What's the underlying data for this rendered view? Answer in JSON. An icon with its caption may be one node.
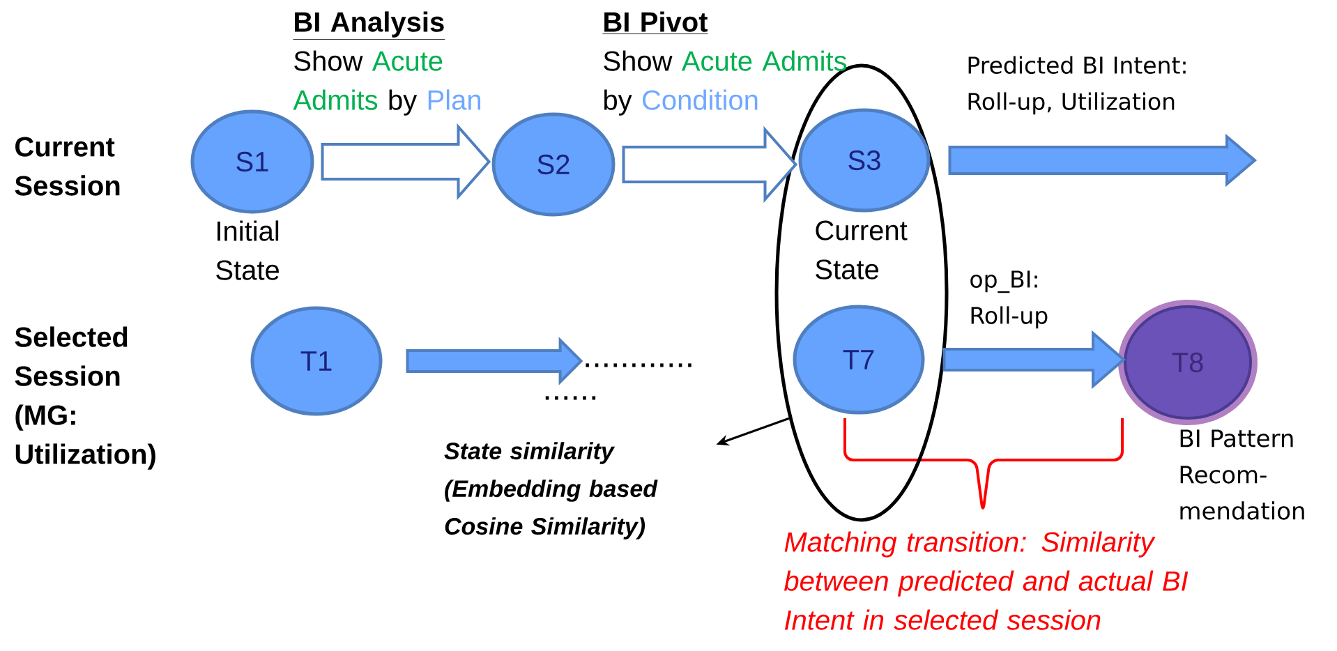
{
  "diagram": {
    "nodes": [
      {
        "text": [
          "S1"
        ],
        "beside": [
          "Initial State"
        ]
      },
      {
        "text": [
          "S2"
        ]
      },
      {
        "text": [],
        "shape": "ellipse"
      },
      {
        "text": [
          "S3"
        ],
        "beside": [
          "Current State"
        ],
        "in": 2
      },
      {
        "text": [
          "T1"
        ]
      },
      {
        "text": [
          "............"
        ]
      },
      {
        "text": [
          "T7"
        ],
        "in": 2
      },
      {
        "text": [
          "T8"
        ],
        "beside": [
          "BI Pattern Recom- mendation"
        ]
      },
      {
        "text": [
          "State similarity (Embedding based Cosine Similarity)"
        ]
      }
    ],
    "edges": [
      {
        "from": 0,
        "to": 1,
        "arrow": "to",
        "label": "BI Analysis",
        "style": "thick",
        "color": "#ffffff"
      },
      {
        "from": 1,
        "to": 3,
        "arrow": "to",
        "label": "BI Pivot",
        "style": "thick",
        "color": "#ffffff"
      },
      {
        "from": 3,
        "to": null,
        "arrow": "to",
        "label": "Predicted BI Intent: Roll-up, Utilization",
        "style": "thick"
      },
      {
        "from": 4,
        "to": 5,
        "arrow": "to",
        "style": "thick"
      },
      {
        "from": 6,
        "to": 7,
        "arrow": "to",
        "label": "op_BI: Roll-up",
        "style": "thick"
      },
      {
        "from": 2,
        "to": 8,
        "arrow": "to",
        "color": "#000000"
      }
    ],
    "labels": [
      "Current Session",
      "Show",
      "Acute Admits",
      "by",
      "Plan",
      "Show",
      "Acute Admits",
      "by",
      "Condition",
      "Selected Session (MG: Utilization)",
      "......",
      "Matching transition: Similarity between predicted and  actual BI Intent in selected session"
    ]
  }
}
